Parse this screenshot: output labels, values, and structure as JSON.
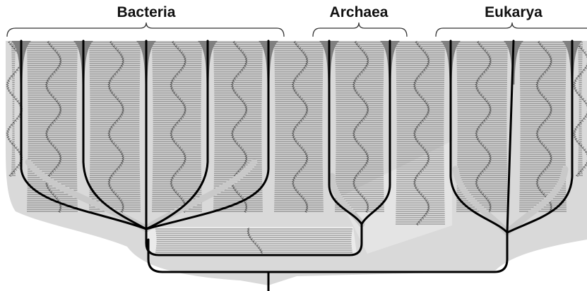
{
  "domains": [
    {
      "key": "bacteria",
      "label": "Bacteria"
    },
    {
      "key": "archaea",
      "label": "Archaea"
    },
    {
      "key": "eukarya",
      "label": "Eukarya"
    }
  ],
  "colors": {
    "background_envelope": "#d8d8d8",
    "transfer_lines": "#555555",
    "lineage_tips": "#808080",
    "tree_lines": "#000000",
    "label_text": "#111111"
  }
}
